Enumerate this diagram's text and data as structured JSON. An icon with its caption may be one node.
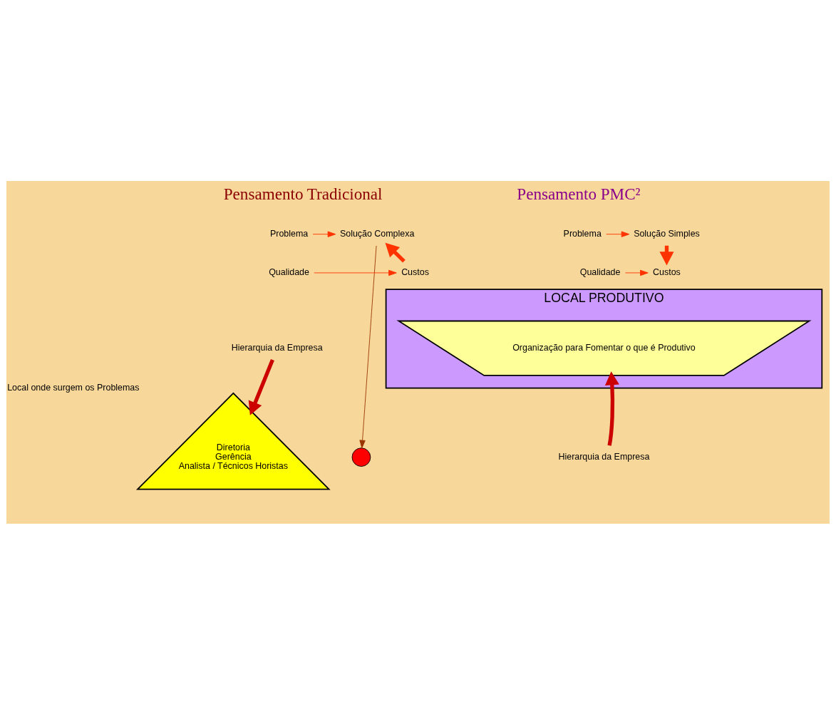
{
  "diagram": {
    "nodes": [
      {
        "text": [
          "Problema"
        ]
      },
      {
        "text": [
          "Solução Complexa"
        ]
      },
      {
        "text": [
          "Qualidade"
        ]
      },
      {
        "text": [
          "Custos"
        ]
      },
      {
        "text": [
          "Hierarquia da Empresa"
        ]
      },
      {
        "text": [],
        "shape": "circle"
      },
      {
        "text": [
          "Diretoria",
          "Gerência",
          "Analista / Técnicos Horistas"
        ],
        "beside": [
          "Local onde surgem os Problemas"
        ]
      },
      {
        "text": [
          "Problema"
        ]
      },
      {
        "text": [
          "Solução Simples"
        ]
      },
      {
        "text": [
          "Qualidade"
        ]
      },
      {
        "text": [
          "Custos"
        ]
      },
      {
        "text": [
          "LOCAL PRODUTIVO"
        ]
      },
      {
        "text": [
          "Organização para Fomentar o que é Produtivo"
        ],
        "in": 11
      },
      {
        "text": [
          "Hierarquia da Empresa"
        ]
      }
    ],
    "edges": [
      {
        "from": 0,
        "to": 1,
        "arrow": "to"
      },
      {
        "from": 2,
        "to": 3,
        "arrow": "to"
      },
      {
        "from": 3,
        "to": 1,
        "arrow": "to",
        "style": "thick"
      },
      {
        "from": 1,
        "to": 5,
        "arrow": "to",
        "color": "#993300"
      },
      {
        "from": 4,
        "to": 6,
        "arrow": "to",
        "style": "thick",
        "color": "#cc0000"
      },
      {
        "from": 7,
        "to": 8,
        "arrow": "to"
      },
      {
        "from": 9,
        "to": 10,
        "arrow": "to"
      },
      {
        "from": 8,
        "to": 10,
        "arrow": "to",
        "style": "thick"
      },
      {
        "from": 13,
        "to": 11,
        "arrow": "to",
        "style": "thick",
        "color": "#cc0000"
      }
    ],
    "labels": [
      "Pensamento Tradicional",
      "Pensamento PMC²"
    ]
  }
}
